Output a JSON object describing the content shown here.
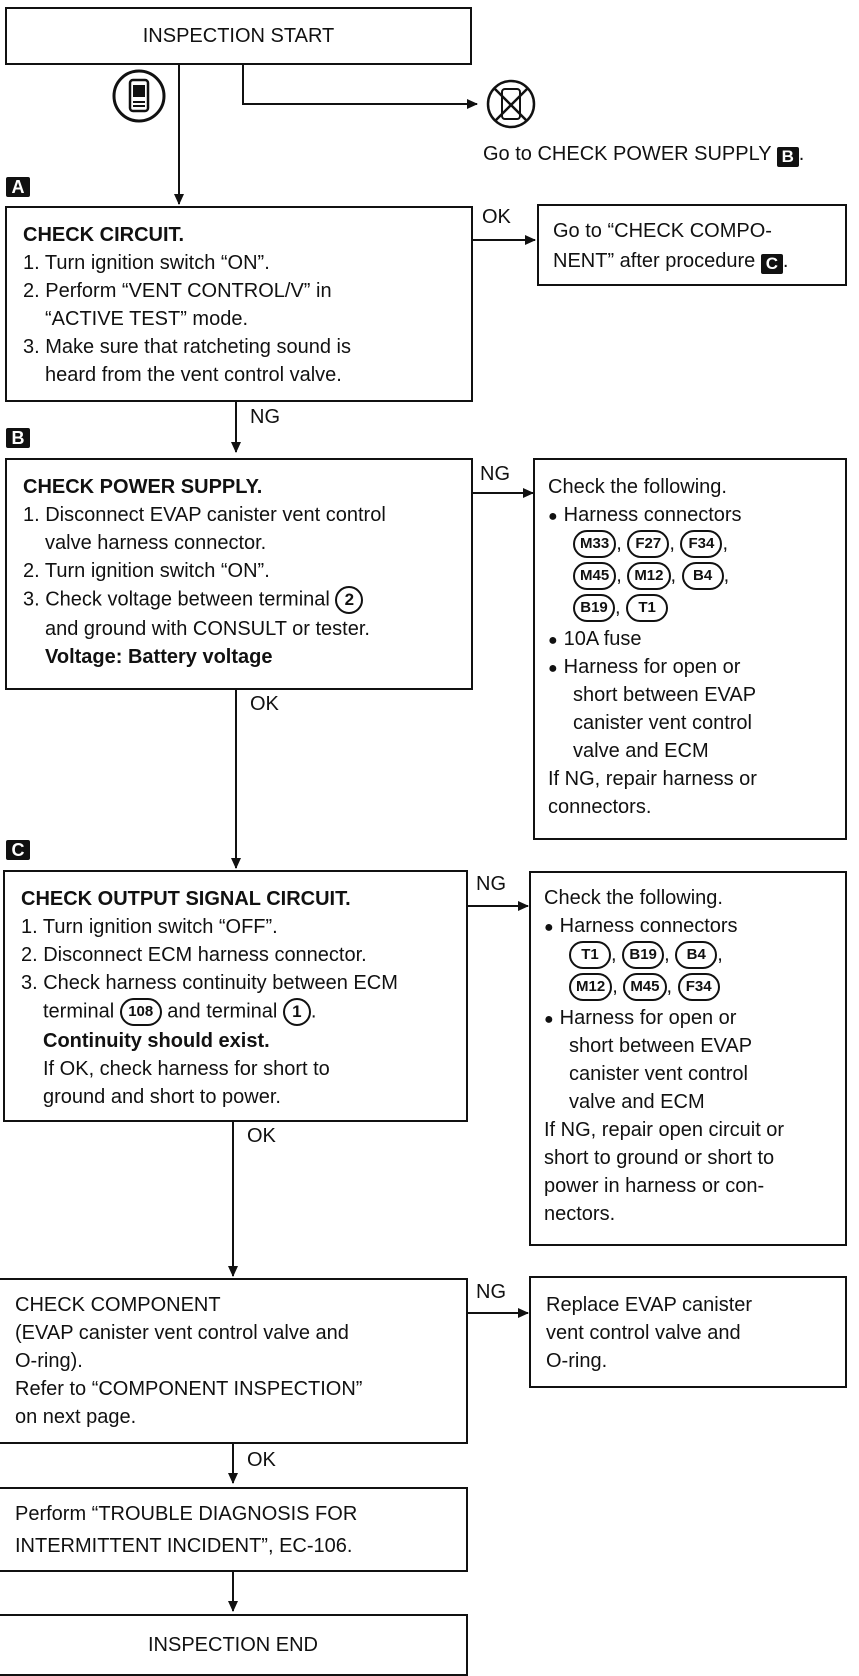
{
  "start": "INSPECTION START",
  "consult_note": "Go to CHECK POWER SUPPLY",
  "markers": {
    "a": "A",
    "b": "B",
    "c": "C"
  },
  "flow_labels": {
    "ok": "OK",
    "ng": "NG"
  },
  "check_circuit": {
    "title": "CHECK CIRCUIT.",
    "step1": "1. Turn ignition switch “ON”.",
    "step2a": "2. Perform “VENT CONTROL/V” in",
    "step2b": "“ACTIVE TEST” mode.",
    "step3a": "3. Make sure that ratcheting sound is",
    "step3b": "heard from the vent control valve."
  },
  "goto_component": {
    "line1": "Go to “CHECK COMPO-",
    "line2": "NENT” after procedure"
  },
  "power_supply": {
    "title": "CHECK POWER SUPPLY.",
    "step1a": "1. Disconnect EVAP canister vent control",
    "step1b": "valve harness connector.",
    "step2": "2. Turn ignition switch “ON”.",
    "step3a_pre": "3. Check voltage between terminal",
    "terminal": "2",
    "step3b": "and ground with CONSULT or tester.",
    "spec": "Voltage: Battery voltage"
  },
  "ps_check": {
    "header": "Check the following.",
    "harness": "Harness connectors",
    "connectors_row1": [
      "M33",
      "F27",
      "F34"
    ],
    "connectors_row2": [
      "M45",
      "M12",
      "B4"
    ],
    "connectors_row3": [
      "B19",
      "T1"
    ],
    "fuse": "10A fuse",
    "short1": "Harness for open or",
    "short2": "short between EVAP",
    "short3": "canister vent control",
    "short4": "valve and ECM",
    "repair1": "If NG, repair harness or",
    "repair2": "connectors."
  },
  "output_signal": {
    "title": "CHECK OUTPUT SIGNAL CIRCUIT.",
    "step1": "1. Turn ignition switch “OFF”.",
    "step2": "2. Disconnect ECM harness connector.",
    "step3a": "3. Check harness continuity between ECM",
    "step3b_pre": "terminal",
    "ecm_terminal": "108",
    "step3b_mid": "and terminal",
    "terminal": "1",
    "spec": "Continuity should exist.",
    "note1": "If OK, check harness for short to",
    "note2": "ground and short to power."
  },
  "os_check": {
    "header": "Check the following.",
    "harness": "Harness connectors",
    "connectors_row1": [
      "T1",
      "B19",
      "B4"
    ],
    "connectors_row2": [
      "M12",
      "M45",
      "F34"
    ],
    "short1": "Harness for open or",
    "short2": "short between EVAP",
    "short3": "canister vent control",
    "short4": "valve and ECM",
    "repair1": "If NG, repair open circuit or",
    "repair2": "short to ground or short to",
    "repair3": "power in harness or con-",
    "repair4": "nectors."
  },
  "component": {
    "line1": "CHECK COMPONENT",
    "line2": "(EVAP canister vent control valve and",
    "line3": "O-ring).",
    "line4": "Refer to “COMPONENT INSPECTION”",
    "line5": "on next page."
  },
  "replace": {
    "line1": "Replace EVAP canister",
    "line2": "vent control valve and",
    "line3": "O-ring."
  },
  "trouble": {
    "line1": "Perform “TROUBLE DIAGNOSIS FOR",
    "line2": "INTERMITTENT INCIDENT”, EC-106."
  },
  "end": "INSPECTION END",
  "icons": {
    "consult": "consult-tester-icon",
    "no_consult": "no-consult-tester-icon"
  }
}
